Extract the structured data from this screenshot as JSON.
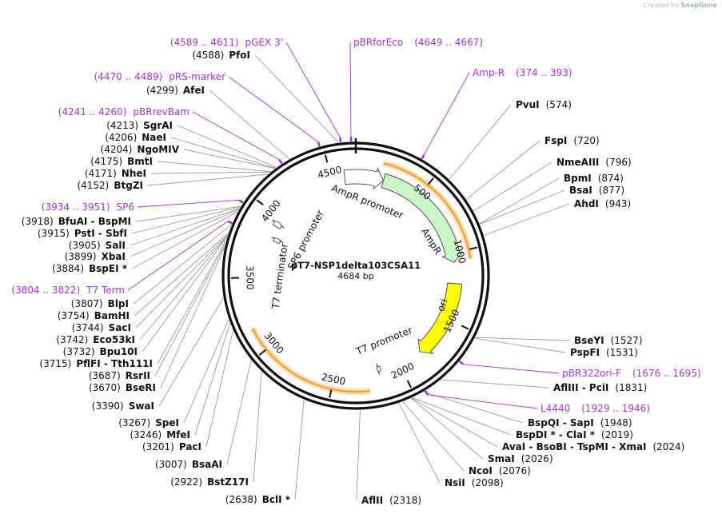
{
  "watermark": {
    "prefix": "Created by",
    "brand": "SnapGene"
  },
  "plasmid": {
    "name": "pT7-NSP1delta103CSA11",
    "length_label": "4684 bp",
    "length": 4684
  },
  "colors": {
    "primer": "#a235d6",
    "ori": "#ffff00",
    "ampr": "#c9f5c9",
    "orange": "#f2a33a"
  },
  "ticks": [
    {
      "label": "500",
      "pos": 500
    },
    {
      "label": "1000",
      "pos": 1000
    },
    {
      "label": "1500",
      "pos": 1500
    },
    {
      "label": "2000",
      "pos": 2000
    },
    {
      "label": "2500",
      "pos": 2500
    },
    {
      "label": "3000",
      "pos": 3000
    },
    {
      "label": "3500",
      "pos": 3500
    },
    {
      "label": "4000",
      "pos": 4000
    },
    {
      "label": "4500",
      "pos": 4500
    }
  ],
  "features": [
    {
      "name": "AmpR promoter",
      "start": 4600,
      "end": 210,
      "type": "promoter"
    },
    {
      "name": "AmpR",
      "start": 210,
      "end": 1070,
      "type": "cds"
    },
    {
      "name": "ori",
      "start": 1230,
      "end": 1820,
      "type": "rep_origin"
    },
    {
      "name": "T7 promoter",
      "start": 2140,
      "end": 2160,
      "type": "promoter"
    },
    {
      "name": "SP6 promoter",
      "start": 3930,
      "end": 3955,
      "type": "promoter"
    },
    {
      "name": "T7 terminator",
      "start": 3790,
      "end": 3835,
      "type": "terminator"
    }
  ],
  "orange_arcs": [
    {
      "start": 180,
      "end": 1060,
      "note": "AmpR"
    },
    {
      "start": 2250,
      "end": 3160,
      "note": "insert"
    }
  ],
  "enzymes": [
    {
      "name": "PfoI",
      "pos": "(4588)",
      "site": 4588,
      "side": "left"
    },
    {
      "name": "AfeI",
      "pos": "(4299)",
      "site": 4299,
      "side": "left"
    },
    {
      "name": "SgrAI",
      "pos": "(4213)",
      "site": 4213,
      "side": "left"
    },
    {
      "name": "NaeI",
      "pos": "(4206)",
      "site": 4206,
      "side": "left"
    },
    {
      "name": "NgoMIV",
      "pos": "(4204)",
      "site": 4204,
      "side": "left"
    },
    {
      "name": "BmtI",
      "pos": "(4175)",
      "site": 4175,
      "side": "left"
    },
    {
      "name": "NheI",
      "pos": "(4171)",
      "site": 4171,
      "side": "left"
    },
    {
      "name": "BtgZI",
      "pos": "(4152)",
      "site": 4152,
      "side": "left"
    },
    {
      "name": "BfuAI  -  BspMI",
      "pos": "(3918)",
      "site": 3918,
      "side": "left"
    },
    {
      "name": "PstI  -  SbfI",
      "pos": "(3915)",
      "site": 3915,
      "side": "left"
    },
    {
      "name": "SalI",
      "pos": "(3905)",
      "site": 3905,
      "side": "left"
    },
    {
      "name": "XbaI",
      "pos": "(3899)",
      "site": 3899,
      "side": "left"
    },
    {
      "name": "BspEI *",
      "pos": "(3884)",
      "site": 3884,
      "side": "left"
    },
    {
      "name": "BlpI",
      "pos": "(3807)",
      "site": 3807,
      "side": "left"
    },
    {
      "name": "BamHI",
      "pos": "(3754)",
      "site": 3754,
      "side": "left"
    },
    {
      "name": "SacI",
      "pos": "(3744)",
      "site": 3744,
      "side": "left"
    },
    {
      "name": "Eco53kI",
      "pos": "(3742)",
      "site": 3742,
      "side": "left"
    },
    {
      "name": "Bpu10I",
      "pos": "(3732)",
      "site": 3732,
      "side": "left"
    },
    {
      "name": "PflFI  -  Tth111I",
      "pos": "(3715)",
      "site": 3715,
      "side": "left"
    },
    {
      "name": "RsrII",
      "pos": "(3687)",
      "site": 3687,
      "side": "left"
    },
    {
      "name": "BseRI",
      "pos": "(3670)",
      "site": 3670,
      "side": "left"
    },
    {
      "name": "SwaI",
      "pos": "(3390)",
      "site": 3390,
      "side": "left"
    },
    {
      "name": "SpeI",
      "pos": "(3267)",
      "site": 3267,
      "side": "left"
    },
    {
      "name": "MfeI",
      "pos": "(3246)",
      "site": 3246,
      "side": "left"
    },
    {
      "name": "PacI",
      "pos": "(3201)",
      "site": 3201,
      "side": "left"
    },
    {
      "name": "BsaAI",
      "pos": "(3007)",
      "site": 3007,
      "side": "left"
    },
    {
      "name": "BstZ17I",
      "pos": "(2922)",
      "site": 2922,
      "side": "left"
    },
    {
      "name": "BclI *",
      "pos": "(2638)",
      "site": 2638,
      "side": "left"
    },
    {
      "name": "AflII",
      "pos": "(2318)",
      "site": 2318,
      "side": "right"
    },
    {
      "name": "NsiI",
      "pos": "(2098)",
      "site": 2098,
      "side": "right"
    },
    {
      "name": "NcoI",
      "pos": "(2076)",
      "site": 2076,
      "side": "right"
    },
    {
      "name": "SmaI",
      "pos": "(2026)",
      "site": 2026,
      "side": "right"
    },
    {
      "name": "AvaI  -  BsoBI  -  TspMI  -  XmaI",
      "pos": "(2024)",
      "site": 2024,
      "side": "right"
    },
    {
      "name": "BspDI *  -  ClaI *",
      "pos": "(2019)",
      "site": 2019,
      "side": "right"
    },
    {
      "name": "BspQI  -  SapI",
      "pos": "(1948)",
      "site": 1948,
      "side": "right"
    },
    {
      "name": "AflIII  -  PciI",
      "pos": "(1831)",
      "site": 1831,
      "side": "right"
    },
    {
      "name": "PspFI",
      "pos": "(1531)",
      "site": 1531,
      "side": "right"
    },
    {
      "name": "BseYI",
      "pos": "(1527)",
      "site": 1527,
      "side": "right"
    },
    {
      "name": "AhdI",
      "pos": "(943)",
      "site": 943,
      "side": "right"
    },
    {
      "name": "BsaI",
      "pos": "(877)",
      "site": 877,
      "side": "right"
    },
    {
      "name": "BpmI",
      "pos": "(874)",
      "site": 874,
      "side": "right"
    },
    {
      "name": "NmeAIII",
      "pos": "(796)",
      "site": 796,
      "side": "right"
    },
    {
      "name": "FspI",
      "pos": "(720)",
      "site": 720,
      "side": "right"
    },
    {
      "name": "PvuI",
      "pos": "(574)",
      "site": 574,
      "side": "right"
    }
  ],
  "primers": [
    {
      "name": "pGEX 3'",
      "range": "(4589 .. 4611)",
      "site": 4600
    },
    {
      "name": "pBRforEco",
      "range": "(4649 .. 4667)",
      "site": 4658
    },
    {
      "name": "Amp-R",
      "range": "(374 .. 393)",
      "site": 383
    },
    {
      "name": "pRS-marker",
      "range": "(4470 .. 4489)",
      "site": 4480
    },
    {
      "name": "pBRrevBam",
      "range": "(4241 .. 4260)",
      "site": 4250
    },
    {
      "name": "SP6",
      "range": "(3934 .. 3951)",
      "site": 3942
    },
    {
      "name": "T7 Term",
      "range": "(3804 .. 3822)",
      "site": 3813
    },
    {
      "name": "pBR322ori-F",
      "range": "(1676 .. 1695)",
      "site": 1685
    },
    {
      "name": "L4440",
      "range": "(1929 .. 1946)",
      "site": 1937
    }
  ]
}
